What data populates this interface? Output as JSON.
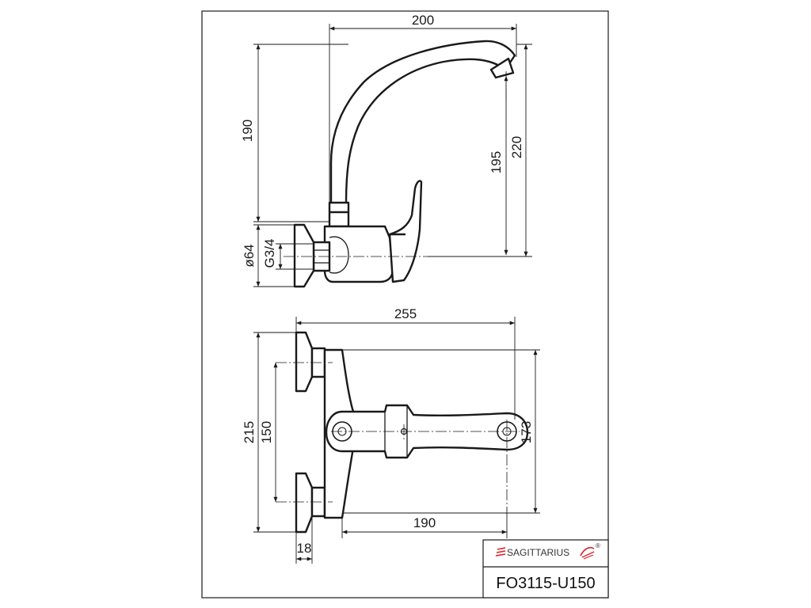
{
  "dimensions": {
    "side_view": {
      "width_top": "200",
      "height_left": "190",
      "height_spout": "195",
      "height_total": "220",
      "flange_diameter": "ø64",
      "thread": "G3/4"
    },
    "top_view": {
      "width_total": "255",
      "height_total": "215",
      "center_distance": "150",
      "height_right": "173",
      "handle_reach": "190",
      "offset": "18"
    }
  },
  "title_block": {
    "brand": "SAGITTARIUS",
    "registered": "®",
    "model": "FO3115-U150"
  },
  "colors": {
    "line": "#1a1a1a",
    "brand_accent": "#d8232a"
  }
}
